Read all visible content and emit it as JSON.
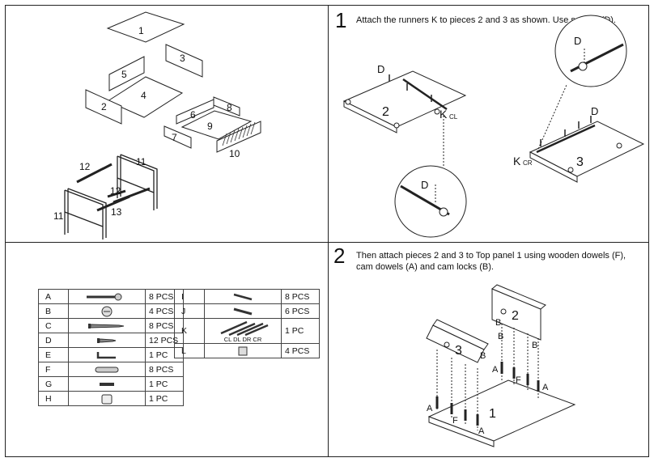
{
  "step1": {
    "number": "1",
    "text": "Attach the runners K to pieces 2 and 3 as shown. Use screws (D).",
    "labels": {
      "d_top_left": "D",
      "piece2": "2",
      "k": "K",
      "cl": "CL",
      "d_detail_top": "D",
      "d_right": "D",
      "piece3": "3",
      "k2": "K",
      "cr": "CR",
      "d_detail_bottom": "D"
    }
  },
  "step2": {
    "number": "2",
    "text_line1": "Then attach pieces 2 and 3 to Top panel 1 using wooden dowels (F),",
    "text_line2": "cam dowels (A) and cam locks (B).",
    "labels": {
      "piece2": "2",
      "piece3": "3",
      "piece1": "1",
      "b1": "B",
      "b2": "B",
      "b3": "B",
      "b4": "B",
      "a1": "A",
      "a2": "A",
      "a3": "A",
      "a4": "A",
      "f1": "F",
      "f2": "F"
    }
  },
  "exploded": {
    "labels": {
      "p1": "1",
      "p2": "2",
      "p3": "3",
      "p4": "4",
      "p5": "5",
      "p6": "6",
      "p7": "7",
      "p8": "8",
      "p9": "9",
      "p10": "10",
      "p11a": "11",
      "p11b": "11",
      "p12a": "12",
      "p12b": "12",
      "p13": "13"
    }
  },
  "parts_left": [
    {
      "code": "A",
      "qty": "8  PCS",
      "icon": "cam-dowel-icon"
    },
    {
      "code": "B",
      "qty": "4  PCS",
      "icon": "cam-lock-icon"
    },
    {
      "code": "C",
      "qty": "8  PCS",
      "icon": "wood-screw-icon"
    },
    {
      "code": "D",
      "qty": "12 PCS",
      "icon": "small-screw-icon"
    },
    {
      "code": "E",
      "qty": "1  PC",
      "icon": "allen-key-icon"
    },
    {
      "code": "F",
      "qty": "8  PCS",
      "icon": "wooden-dowel-icon"
    },
    {
      "code": "G",
      "qty": "1  PC",
      "icon": "bolt-icon"
    },
    {
      "code": "H",
      "qty": "1  PC",
      "icon": "cap-icon"
    }
  ],
  "parts_right": [
    {
      "code": "I",
      "qty": "8  PCS",
      "icon": "machine-screw-icon"
    },
    {
      "code": "J",
      "qty": "6  PCS",
      "icon": "long-screw-icon"
    },
    {
      "code": "K",
      "qty": "1  PC",
      "icon": "drawer-runners-icon",
      "sublabel": "CL DL DR CR"
    },
    {
      "code": "L",
      "qty": "4  PCS",
      "icon": "connector-icon"
    }
  ]
}
